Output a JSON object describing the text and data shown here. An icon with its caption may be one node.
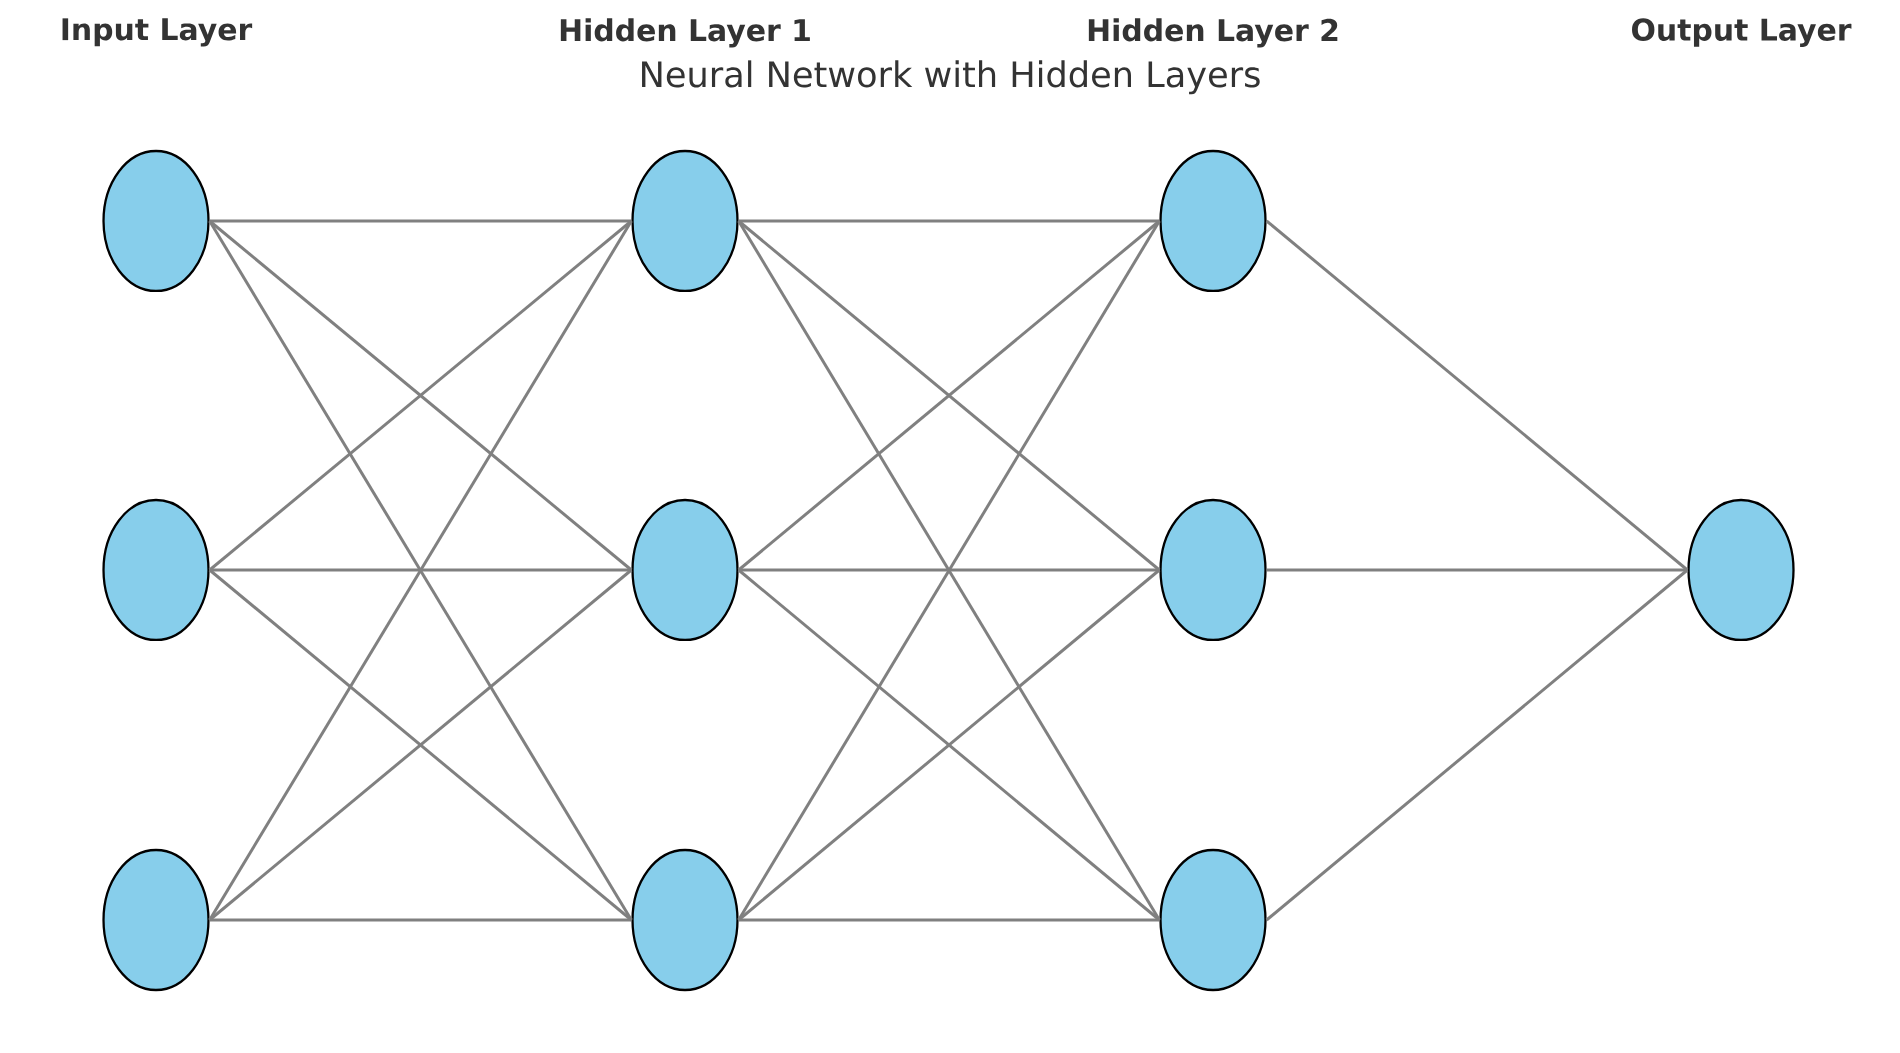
{
  "diagram": {
    "title": "Neural Network with Hidden Layers",
    "nodes": [
      {
        "text": [],
        "shape": "circle"
      },
      {
        "text": [],
        "shape": "circle"
      },
      {
        "text": [],
        "shape": "circle"
      },
      {
        "text": [],
        "shape": "circle"
      },
      {
        "text": [],
        "shape": "circle"
      },
      {
        "text": [],
        "shape": "circle"
      },
      {
        "text": [],
        "shape": "circle"
      },
      {
        "text": [],
        "shape": "circle"
      },
      {
        "text": [],
        "shape": "circle"
      },
      {
        "text": [],
        "shape": "circle"
      }
    ],
    "edges": [
      {
        "from": 0,
        "to": 3,
        "arrow": "none"
      },
      {
        "from": 0,
        "to": 4,
        "arrow": "none"
      },
      {
        "from": 0,
        "to": 5,
        "arrow": "none"
      },
      {
        "from": 1,
        "to": 3,
        "arrow": "none"
      },
      {
        "from": 1,
        "to": 4,
        "arrow": "none"
      },
      {
        "from": 1,
        "to": 5,
        "arrow": "none"
      },
      {
        "from": 2,
        "to": 3,
        "arrow": "none"
      },
      {
        "from": 2,
        "to": 4,
        "arrow": "none"
      },
      {
        "from": 2,
        "to": 5,
        "arrow": "none"
      },
      {
        "from": 3,
        "to": 6,
        "arrow": "none"
      },
      {
        "from": 3,
        "to": 7,
        "arrow": "none"
      },
      {
        "from": 3,
        "to": 8,
        "arrow": "none"
      },
      {
        "from": 4,
        "to": 6,
        "arrow": "none"
      },
      {
        "from": 4,
        "to": 7,
        "arrow": "none"
      },
      {
        "from": 4,
        "to": 8,
        "arrow": "none"
      },
      {
        "from": 5,
        "to": 6,
        "arrow": "none"
      },
      {
        "from": 5,
        "to": 7,
        "arrow": "none"
      },
      {
        "from": 5,
        "to": 8,
        "arrow": "none"
      },
      {
        "from": 6,
        "to": 9,
        "arrow": "none"
      },
      {
        "from": 7,
        "to": 9,
        "arrow": "none"
      },
      {
        "from": 8,
        "to": 9,
        "arrow": "none"
      }
    ],
    "labels": [
      "Input Layer",
      "Hidden Layer 1",
      "Hidden Layer 2",
      "Output Layer"
    ]
  }
}
